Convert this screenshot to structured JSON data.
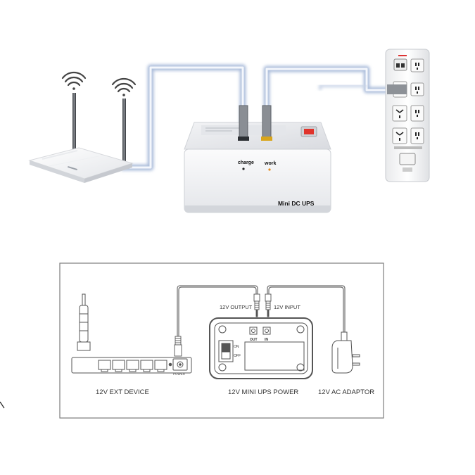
{
  "photo": {
    "ups_labels": {
      "charge": "charge",
      "work": "work",
      "product_name": "Mini DC UPS"
    }
  },
  "schematic": {
    "cable_labels": {
      "output": "12V OUTPUT",
      "input": "12V INPUT"
    },
    "port_labels": {
      "out": "OUT",
      "in": "IN",
      "on": "ON",
      "off": "OFF",
      "power": "POWER"
    },
    "captions": {
      "device": "12V EXT DEVICE",
      "ups": "12V MINI UPS POWER",
      "adaptor": "12V AC ADAPTOR"
    }
  }
}
